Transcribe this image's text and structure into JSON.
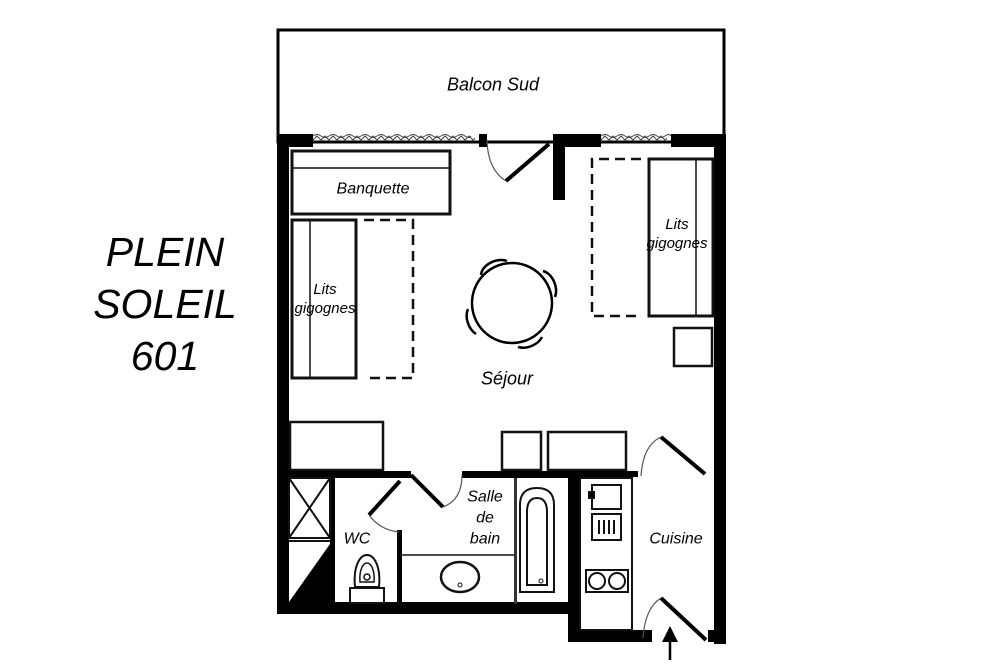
{
  "title": {
    "lines": [
      "PLEIN",
      "SOLEIL",
      "601"
    ]
  },
  "rooms": {
    "balcony": "Balcon Sud",
    "living": "Séjour",
    "bathroom": [
      "Salle",
      "de",
      "bain"
    ],
    "wc": "WC",
    "kitchen": "Cuisine"
  },
  "furniture": {
    "bench": "Banquette",
    "bunk_left": [
      "Lits",
      "gigognes"
    ],
    "bunk_right": [
      "Lits",
      "gigognes"
    ]
  },
  "icons": {
    "entrance": "entrance-arrow-icon",
    "table": "round-table-with-4-chairs",
    "toilet": "toilet-icon",
    "sink": "washbasin-icon",
    "bathtub": "bathtub-icon",
    "stove": "two-burner-hob-icon",
    "fridge": "fridge-icon",
    "kitchen_sink": "kitchen-sink-icon",
    "closet": "storage-closet-x-icon"
  },
  "colors": {
    "wall": "#000000",
    "background": "#ffffff",
    "line": "#111111"
  }
}
